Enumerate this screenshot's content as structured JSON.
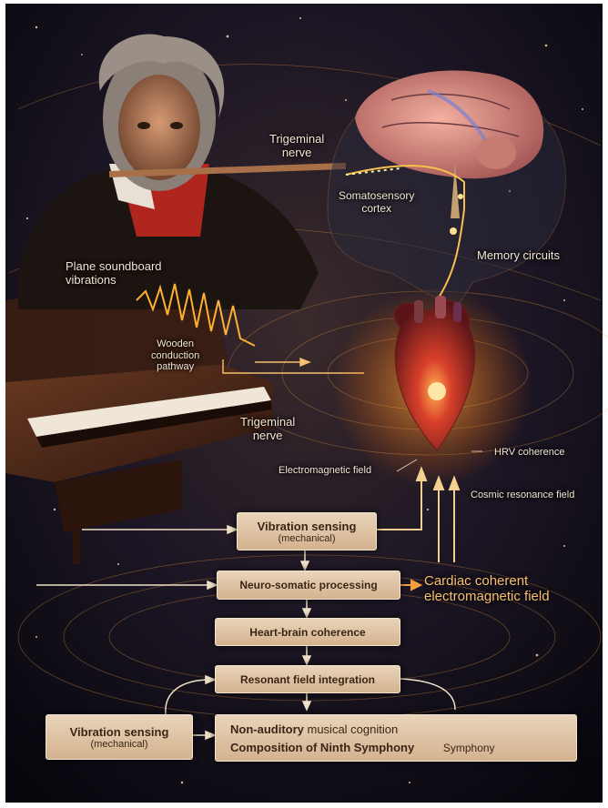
{
  "labels": {
    "trigeminal_top": "Trigeminal\nnerve",
    "somatosensory": "Somatosensory\ncortex",
    "memory": "Memory circuits",
    "soundboard": "Plane soundboard\nvibrations",
    "wooden": "Wooden\nconduction\npathway",
    "trigeminal_mid": "Trigeminal\nnerve",
    "em_field": "Electromagnetic field",
    "hrv": "HRV coherence",
    "cosmic": "Cosmic resonance field",
    "cardiac": "Cardiac coherent\nelectromagnetic field"
  },
  "boxes": {
    "vib1_title": "Vibration sensing",
    "vib1_sub": "(mechanical)",
    "neuro": "Neuro-somatic processing",
    "heart_brain": "Heart-brain coherence",
    "resonant": "Resonant field integration",
    "vib2_title": "Vibration sensing",
    "vib2_sub": "(mechanical)",
    "nonaud_bold": "Non-auditory",
    "nonaud_rest": " musical cognition",
    "composition": "Composition of Ninth Symphony",
    "symphony": "Symphony"
  },
  "colors": {
    "box_fill": "#dcc09f",
    "accent_orange": "#f7b04a",
    "label_text": "#f2e6d2",
    "cardiac_text": "#f8c070"
  }
}
